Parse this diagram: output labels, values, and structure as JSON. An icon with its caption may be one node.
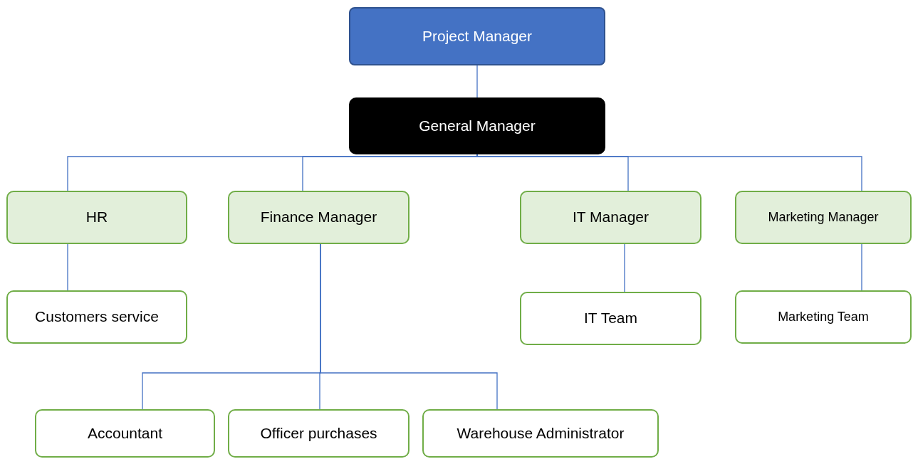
{
  "diagram": {
    "nodes": [
      {
        "text": [
          "Project Manager"
        ]
      },
      {
        "text": [
          "General Manager"
        ]
      },
      {
        "text": [
          "HR"
        ]
      },
      {
        "text": [
          "Finance Manager"
        ]
      },
      {
        "text": [
          "IT Manager"
        ]
      },
      {
        "text": [
          "Marketing Manager"
        ]
      },
      {
        "text": [
          "Customers service"
        ]
      },
      {
        "text": [
          "IT Team"
        ]
      },
      {
        "text": [
          "Marketing Team"
        ]
      },
      {
        "text": [
          "Accountant"
        ]
      },
      {
        "text": [
          "Officer purchases"
        ]
      },
      {
        "text": [
          "Warehouse Administrator"
        ]
      }
    ],
    "edges": [
      {
        "from": 0,
        "to": 1,
        "arrow": "none"
      },
      {
        "from": 1,
        "to": 2,
        "arrow": "none"
      },
      {
        "from": 1,
        "to": 3,
        "arrow": "none"
      },
      {
        "from": 1,
        "to": 4,
        "arrow": "none"
      },
      {
        "from": 1,
        "to": 5,
        "arrow": "none"
      },
      {
        "from": 2,
        "to": 6,
        "arrow": "none"
      },
      {
        "from": 3,
        "to": 9,
        "arrow": "none"
      },
      {
        "from": 3,
        "to": 10,
        "arrow": "none"
      },
      {
        "from": 3,
        "to": 11,
        "arrow": "none"
      },
      {
        "from": 4,
        "to": 7,
        "arrow": "none"
      },
      {
        "from": 5,
        "to": 8,
        "arrow": "none"
      }
    ]
  }
}
